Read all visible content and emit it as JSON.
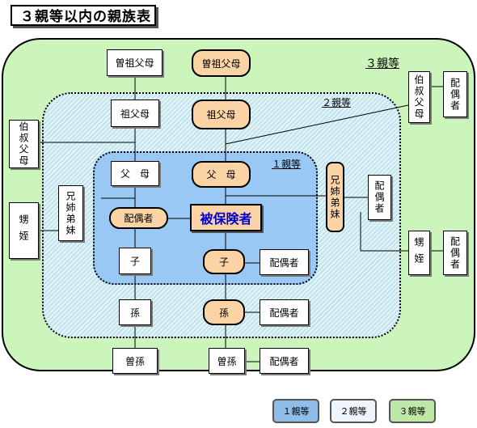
{
  "title": "３親等以内の親族表",
  "zones": {
    "degree3": "３親等",
    "degree2": "２親等",
    "degree1": "１親等"
  },
  "insured": "被保険者",
  "nodes": {
    "great_grandparents_spouse_side": "曽祖父母",
    "great_grandparents": "曽祖父母",
    "grandparents_spouse_side": "祖父母",
    "grandparents": "祖父母",
    "parents_spouse_side": "父　母",
    "parents": "父　母",
    "spouse": "配偶者",
    "aunt_uncle_left": "伯叔父母",
    "aunt_uncle_right": "伯叔父母",
    "aunt_uncle_right_spouse": "配偶者",
    "siblings_left": "兄姉弟妹",
    "siblings": "兄姉弟妹",
    "siblings_spouse": "配偶者",
    "nephew_niece_left": "甥姪",
    "nephew_niece_right": "甥姪",
    "nephew_niece_spouse": "配偶者",
    "child_spouse_side": "子",
    "child": "子",
    "child_spouse": "配偶者",
    "grandchild_spouse_side": "孫",
    "grandchild": "孫",
    "grandchild_spouse": "配偶者",
    "great_grandchild_spouse_side": "曽孫",
    "great_grandchild": "曽孫",
    "great_grandchild_spouse": "配偶者"
  },
  "legend": [
    "１親等",
    "２親等",
    "３親等"
  ],
  "colors": {
    "degree1": "#99c8f5",
    "degree2": "#d6eef4",
    "degree3": "#ccf5bb",
    "blood_relative": "#fbd3a4",
    "insured_text": "#0000cc"
  }
}
